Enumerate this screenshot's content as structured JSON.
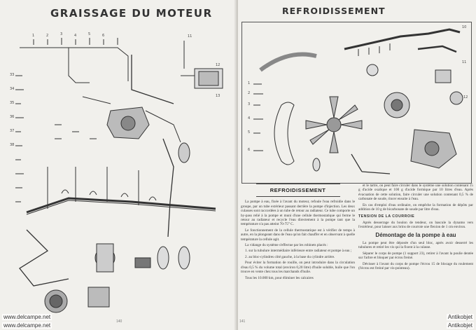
{
  "left_page": {
    "title": "GRAISSAGE DU MOTEUR",
    "page_number": "140"
  },
  "right_page": {
    "title": "REFROIDISSEMENT",
    "page_number": "141",
    "col_a": {
      "heading": "REFROIDISSEMENT",
      "paragraphs": [
        "La pompe à eau, fixée à l'avant du moteur, refoule l'eau refroidie dans le groupe, par un tube extérieur passant derrière la pompe d'injection. Les deux culasses sont raccordées à un tube de retour au radiateur. Ce tube comporte un by-pass relié à la pompe et muni d'une cellule thermostatique qui ferme le retour au radiateur et recycle l'eau directement à la pompe tant que la température n'a pas atteint 70-75° C.",
        "Le fonctionnement de la cellule thermostatique est à vérifier de temps à autre, en la plongeant dans de l'eau qu'on fait chauffer et en observant à quelle température la cellule agit.",
        "La vidange du système s'effectue par les robinets placés :",
        "1. sur la tubulure intermédiaire inférieure entre radiateur et pompe à eau ;",
        "2. au bloc-cylindres côté gauche, à la base du cylindre arrière.",
        "Pour éviter la formation de rouille, on peut introduire dans la circulation d'eau 0,5 % du volume total (environ 0,20 litre) d'huile soluble, huile que l'on trouve en vente chez tous les marchands d'huile.",
        "Tous les 10.000 km, pour éliminer les calcaires"
      ]
    },
    "col_b": {
      "paragraphs": [
        "et le tartre, on peut faire circuler dans le système une solution contenant 15 g d'acide oxalique et 100 g d'acide formique par 10 litres d'eau. Après évacuation de cette solution, faire circuler une solution contenant 0,5 % de carbonate de soude, rincer ensuite à l'eau.",
        "En cas d'emploi d'eau ordinaire, on empêche la formation de dépôts par addition de 10 g de bicarbonate de soude par litre d'eau."
      ],
      "subheading": "TENSION DE LA COURROIE",
      "paragraphs_2": [
        "Après desserrage du boulon de tendeur, on bascule la dynamo vers l'extérieur, pour laisser aux brins de courroie une flexion de 1 cm environ."
      ],
      "heading_2": "Démontage de la pompe à eau",
      "paragraphs_3": [
        "La pompe peut être déposée d'un seul bloc, après avoir desserré les tubulures et retiré les vis qui la fixent à la culasse.",
        "Séparer le corps de pompe (1 support 23), retirer à l'avant la poulie dentée sur l'arbre et bloquer par écrou freiné.",
        "Dévisser à l'avant du corps de pompe l'écrou 15 de blocage du roulement (l'écrou est freiné par vis-pointeau)."
      ]
    }
  },
  "watermarks": {
    "top_left": "www.delcampe.net",
    "top_right": "Antikobjet",
    "bottom_left": "www.delcampe.net",
    "bottom_right": "Antikobjet"
  },
  "colors": {
    "paper": "#f1f0ec",
    "ink": "#333333"
  }
}
